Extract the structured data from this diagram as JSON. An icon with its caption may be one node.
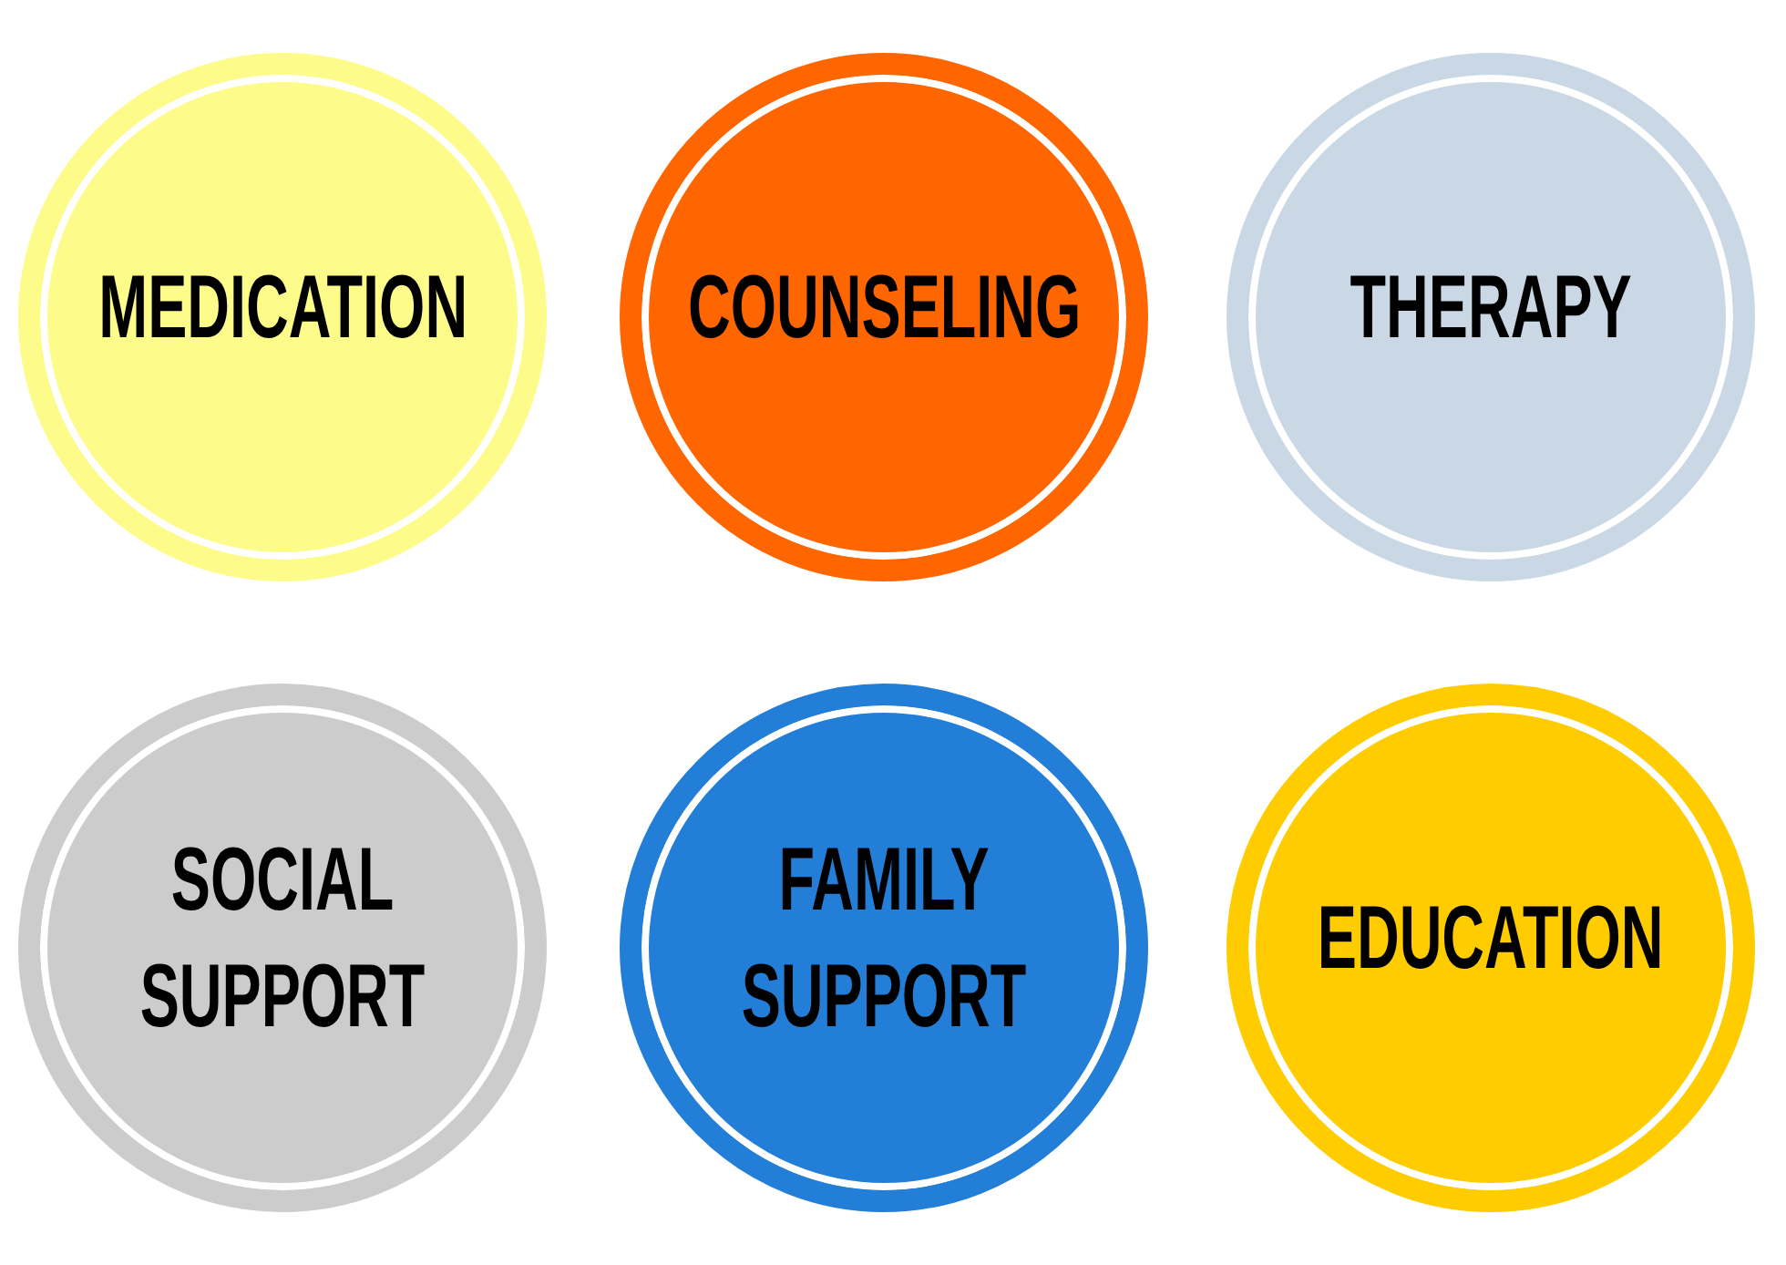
{
  "diagram": {
    "nodes": [
      {
        "text": [
          "MEDICATION"
        ]
      },
      {
        "text": [
          "COUNSELING"
        ]
      },
      {
        "text": [
          "THERAPY"
        ]
      },
      {
        "text": [
          "SOCIAL SUPPORT"
        ]
      },
      {
        "text": [
          "FAMILY SUPPORT"
        ]
      },
      {
        "text": [
          "EDUCATION"
        ]
      }
    ]
  }
}
